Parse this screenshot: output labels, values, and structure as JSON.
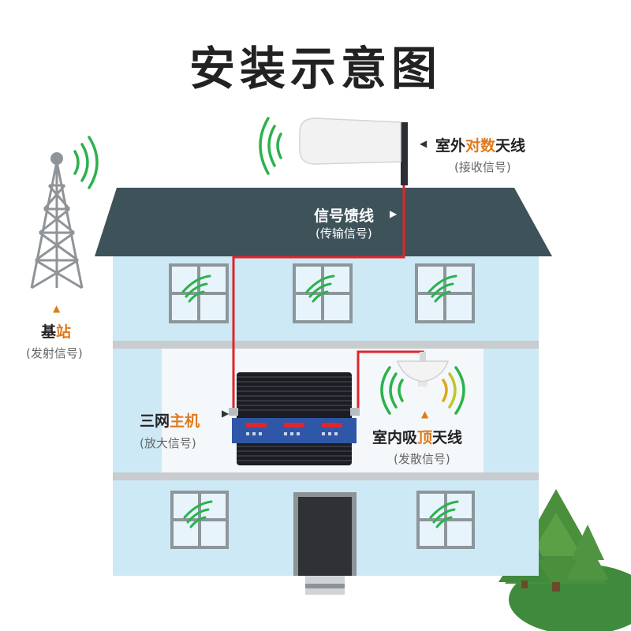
{
  "title": "安装示意图",
  "labels": {
    "base_station": {
      "pre": "基",
      "accent": "站",
      "post": "",
      "sub": "(发射信号)"
    },
    "outdoor_antenna": {
      "pre": "室外",
      "accent": "对数",
      "post": "天线",
      "sub": "(接收信号)"
    },
    "feeder": {
      "pre": "信号馈线",
      "sub": "(传输信号)"
    },
    "host": {
      "pre": "三网",
      "accent": "主机",
      "post": "",
      "sub": "(放大信号)"
    },
    "indoor_antenna": {
      "pre": "室内吸",
      "accent": "顶",
      "post": "天线",
      "sub": "(发散信号)"
    }
  },
  "colors": {
    "roof": "#3e525a",
    "wall": "#cde9f5",
    "floor_band": "#c8ccce",
    "cable": "#e0252b",
    "signal": "#2bb24c",
    "accent": "#e07a1c",
    "tree": "#3f8a3c",
    "host": "#1b1d22",
    "host_panel": "#2f57a8"
  },
  "icons": [
    "tower-icon",
    "signal-wave-icon",
    "log-periodic-antenna-icon",
    "ceiling-antenna-icon",
    "amplifier-icon",
    "tree-icon",
    "door-icon",
    "window-icon"
  ]
}
